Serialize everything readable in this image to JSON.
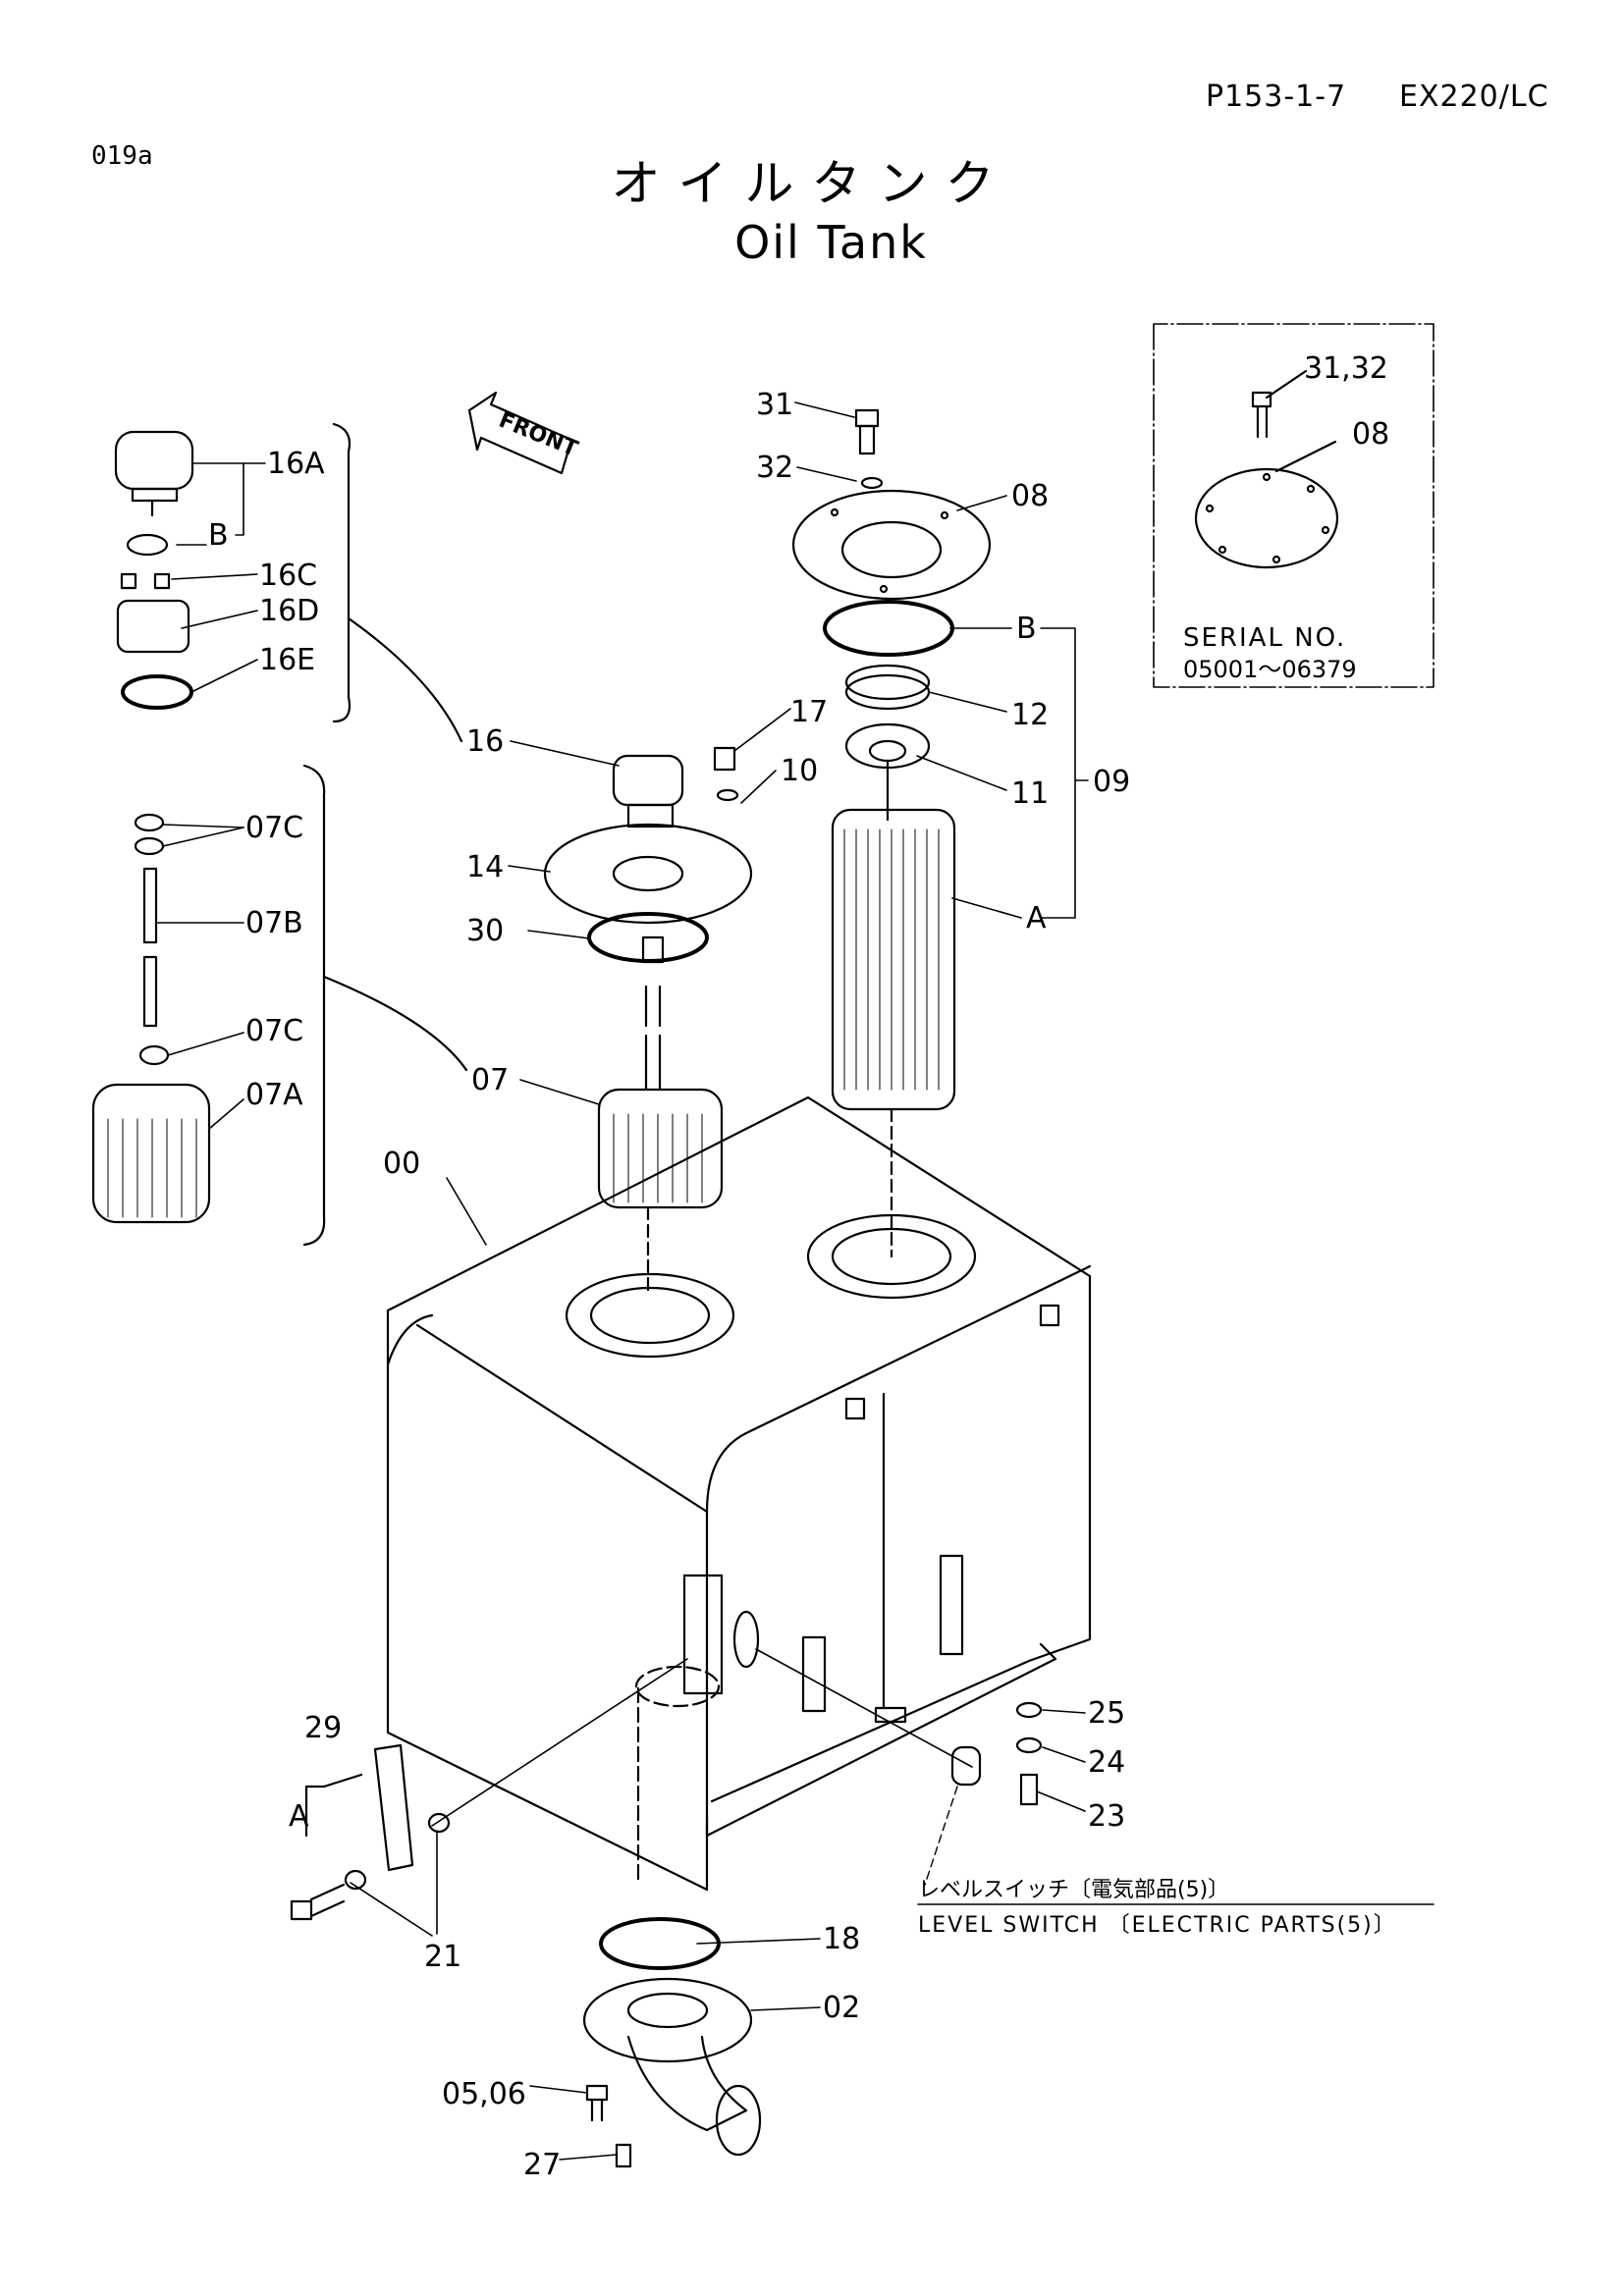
{
  "header": {
    "page_code": "019a",
    "page_ref": "P153-1-7",
    "model": "EX220/LC",
    "title_ja": "オイルタンク",
    "title_en": "Oil Tank"
  },
  "front_arrow": "FRONT",
  "inset": {
    "labels": [
      "31,32",
      "08"
    ],
    "serial_label": "SERIAL NO.",
    "serial_range": "05001～06379"
  },
  "callouts": {
    "c31": "31",
    "c32": "32",
    "c08": "08",
    "cB1": "B",
    "c12": "12",
    "c11": "11",
    "c09": "09",
    "cA1": "A",
    "c17": "17",
    "c10": "10",
    "c16": "16",
    "c14": "14",
    "c30": "30",
    "c07": "07",
    "c00": "00",
    "c16A": "16A",
    "cB2": "B",
    "c16C": "16C",
    "c16D": "16D",
    "c16E": "16E",
    "c07C1": "07C",
    "c07B": "07B",
    "c07C2": "07C",
    "c07A": "07A",
    "c25": "25",
    "c24": "24",
    "c23": "23",
    "c29": "29",
    "cA2": "A",
    "c21": "21",
    "c18": "18",
    "c02": "02",
    "c0506": "05,06",
    "c27": "27"
  },
  "level_switch": {
    "label_ja": "レベルスイッチ〔電気部品(5)〕",
    "label_en": "LEVEL SWITCH 〔ELECTRIC PARTS(5)〕"
  }
}
